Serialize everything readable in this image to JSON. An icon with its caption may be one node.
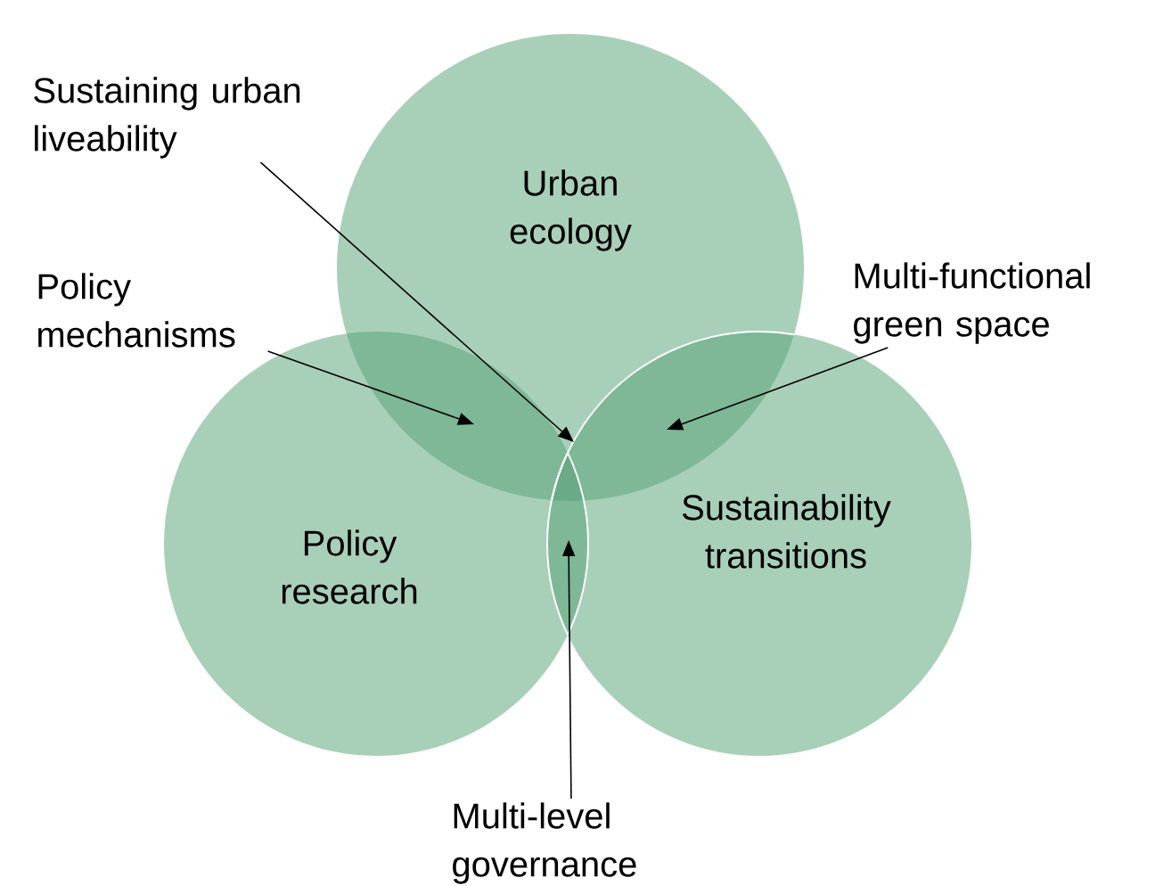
{
  "diagram": {
    "nodes": [
      {
        "text": [
          "Urban ecology"
        ]
      },
      {
        "text": [
          "Policy research"
        ]
      },
      {
        "text": [
          "Sustainability transitions"
        ]
      },
      {
        "text": [
          "Sustaining urban liveability"
        ]
      },
      {
        "text": [
          "Policy mechanisms"
        ]
      },
      {
        "text": [
          "Multi-functional green space"
        ]
      },
      {
        "text": [
          "Multi-level governance"
        ]
      }
    ],
    "edges": [
      {
        "from": 3,
        "to": 1,
        "arrow": "to"
      },
      {
        "from": 4,
        "to": 1,
        "arrow": "to"
      },
      {
        "from": 5,
        "to": 2,
        "arrow": "to"
      },
      {
        "from": 6,
        "to": 1,
        "arrow": "to"
      }
    ]
  }
}
